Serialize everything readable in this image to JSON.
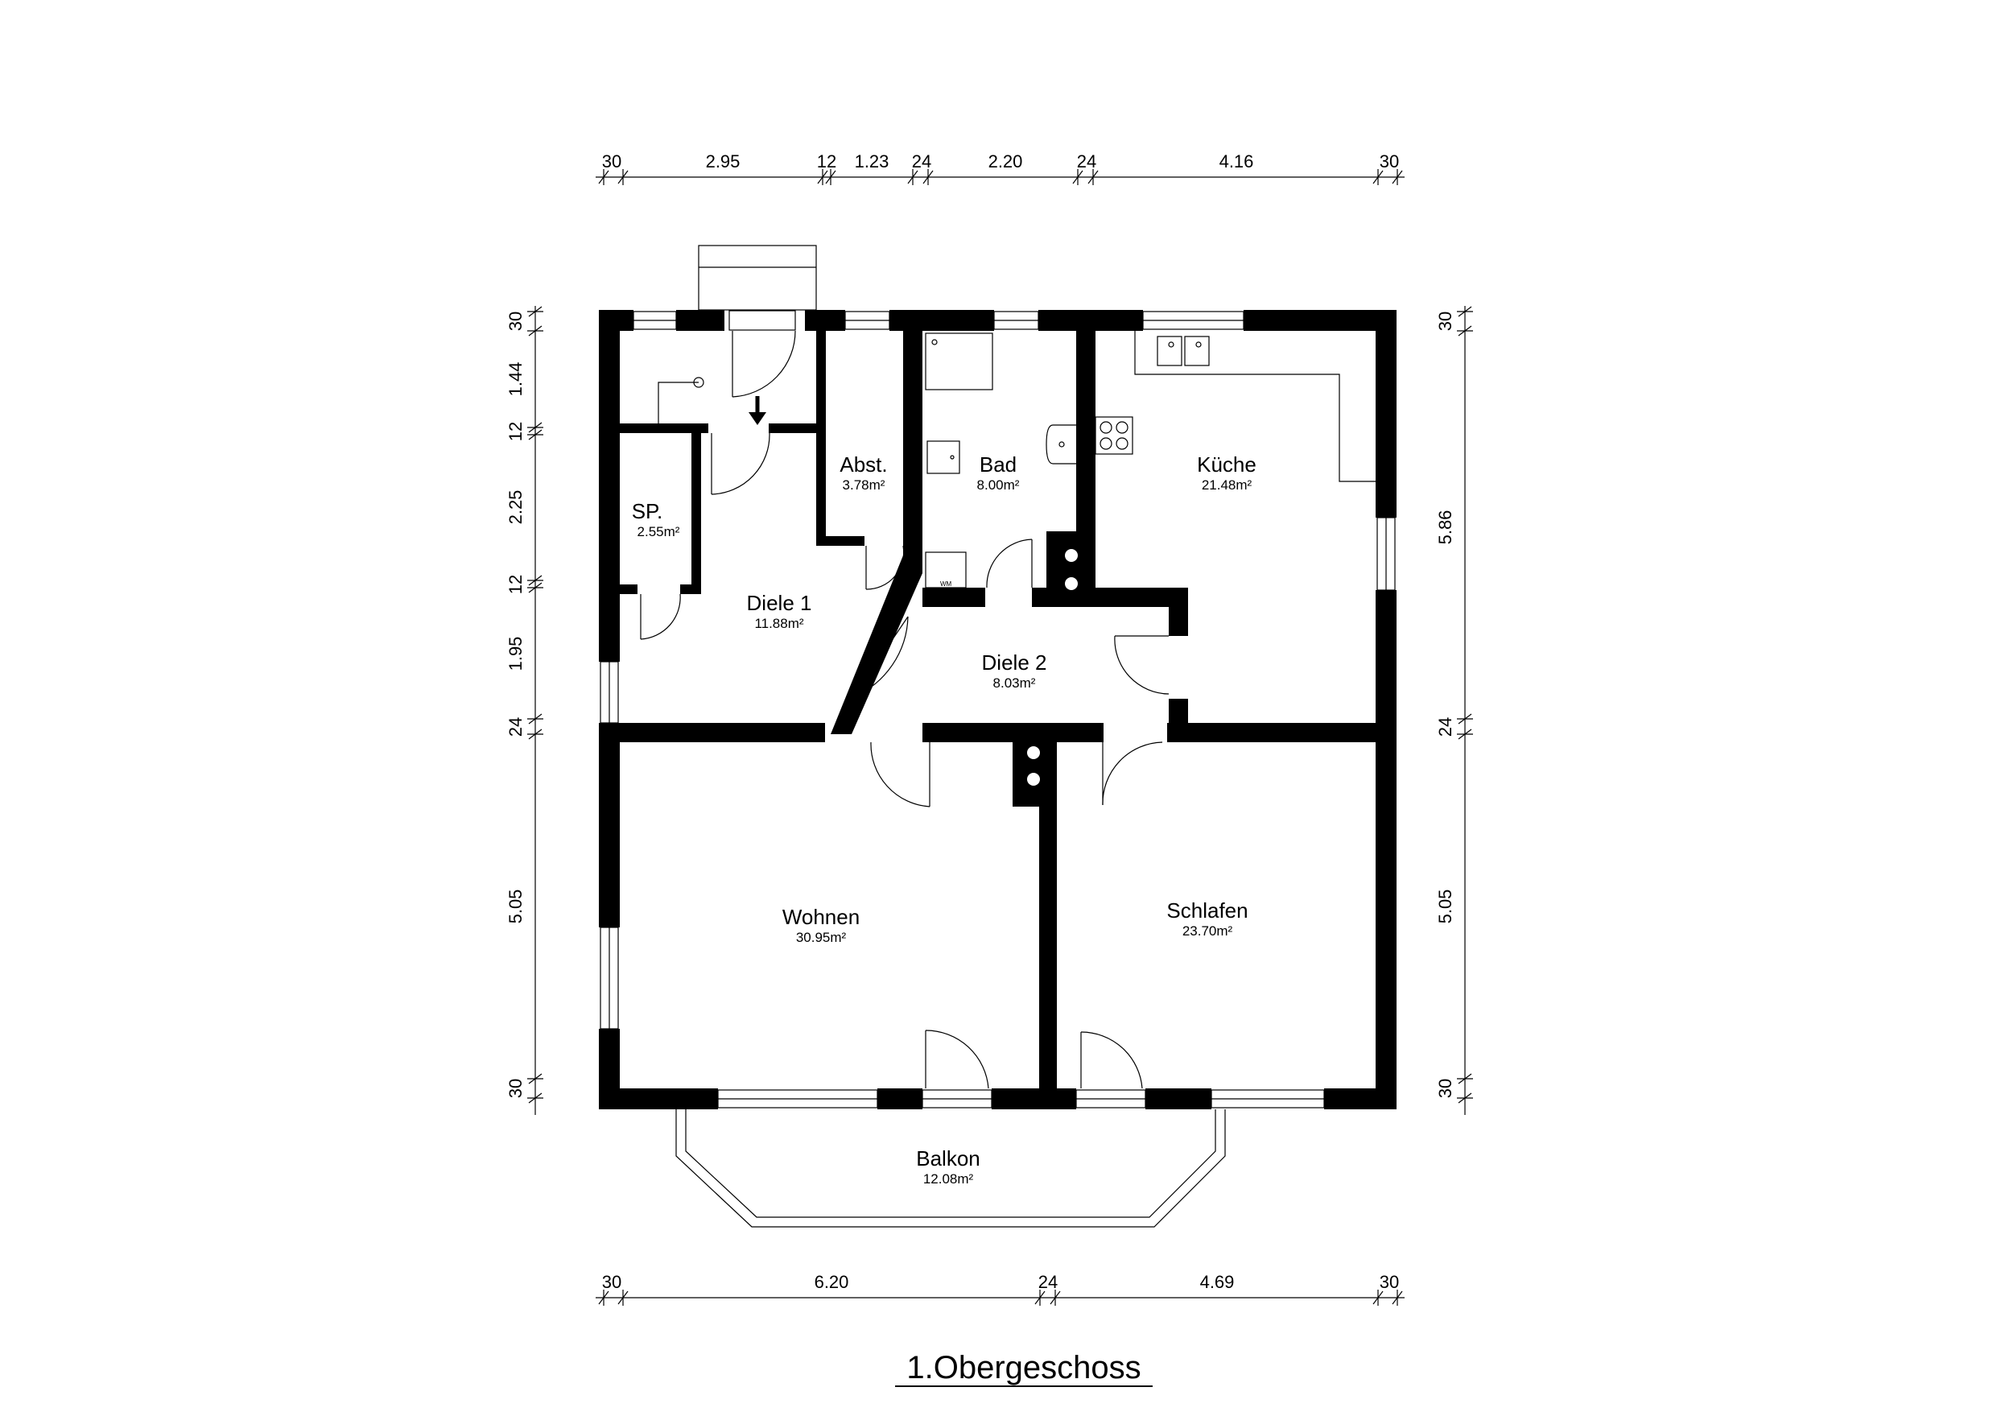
{
  "title": "1.Obergeschoss",
  "dimensions": {
    "top": [
      "30",
      "2.95",
      "12",
      "1.23",
      "24",
      "2.20",
      "24",
      "4.16",
      "30"
    ],
    "bottom": [
      "30",
      "6.20",
      "24",
      "4.69",
      "30"
    ],
    "left": [
      "30",
      "1.44",
      "12",
      "2.25",
      "12",
      "1.95",
      "24",
      "5.05",
      "30"
    ],
    "right": [
      "30",
      "5.86",
      "24",
      "5.05",
      "30"
    ]
  },
  "rooms": {
    "sp": {
      "name": "SP.",
      "area": "2.55m²"
    },
    "abst": {
      "name": "Abst.",
      "area": "3.78m²"
    },
    "bad": {
      "name": "Bad",
      "area": "8.00m²"
    },
    "kueche": {
      "name": "Küche",
      "area": "21.48m²"
    },
    "diele1": {
      "name": "Diele 1",
      "area": "11.88m²"
    },
    "diele2": {
      "name": "Diele 2",
      "area": "8.03m²"
    },
    "wohnen": {
      "name": "Wohnen",
      "area": "30.95m²"
    },
    "schlafen": {
      "name": "Schlafen",
      "area": "23.70m²"
    },
    "balkon": {
      "name": "Balkon",
      "area": "12.08m²"
    }
  },
  "fixtures": {
    "wm": "WM"
  }
}
